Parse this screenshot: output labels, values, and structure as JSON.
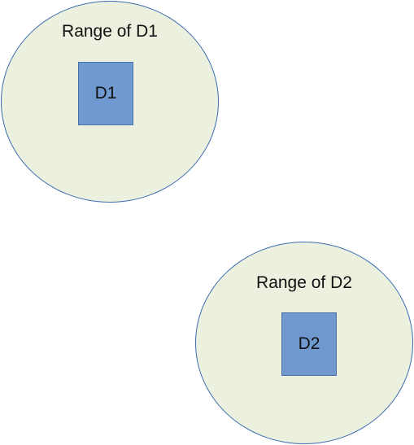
{
  "colors": {
    "range_fill": "#ebf1de",
    "range_border": "#3d6cb0",
    "device_fill": "#6f99cf",
    "text": "#111111"
  },
  "ranges": [
    {
      "label": "Range of D1",
      "device": "D1"
    },
    {
      "label": "Range of D2",
      "device": "D2"
    }
  ]
}
